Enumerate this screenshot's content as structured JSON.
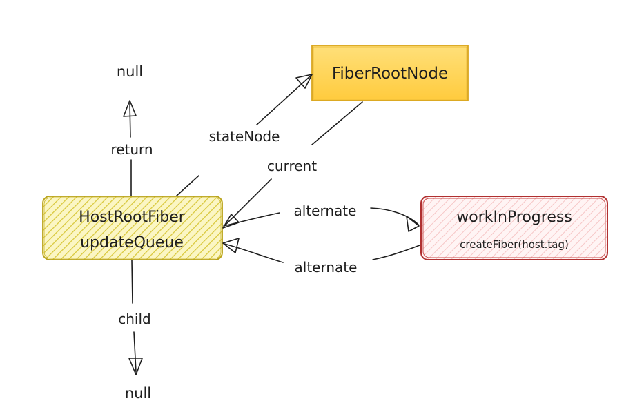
{
  "nodes": {
    "fiber_root": {
      "label": "FiberRootNode",
      "fill": "#ffd54a",
      "stroke": "#d9a520"
    },
    "host_root": {
      "line1": "HostRootFiber",
      "line2": "updateQueue",
      "fill": "#eedd55",
      "stroke": "#b8a21a"
    },
    "work_in_progress": {
      "line1": "workInProgress",
      "line2": "createFiber(host.tag)",
      "fill": "#ffe0e0",
      "stroke": "#b03030"
    }
  },
  "terminals": {
    "top_null": "null",
    "bottom_null": "null"
  },
  "edges": {
    "return": "return",
    "child": "child",
    "state_node": "stateNode",
    "current": "current",
    "alternate_to_wip": "alternate",
    "alternate_to_host": "alternate"
  },
  "colors": {
    "ink": "#1e1e1e"
  }
}
